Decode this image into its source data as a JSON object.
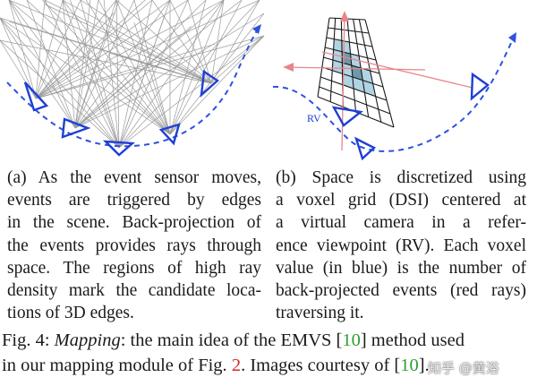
{
  "panel_b": {
    "rv_label": "RV"
  },
  "caption_a": {
    "lines": [
      "(a) As the event sensor moves,",
      "events are triggered by edges",
      "in the scene. Back-projection of",
      "the events provides rays through",
      "space. The regions of high ray",
      "density mark the candidate loca-",
      "tions of 3D edges."
    ]
  },
  "caption_b": {
    "lines": [
      "(b) Space is discretized using",
      "a voxel grid (DSI) centered at",
      "a virtual camera in a refer-",
      "ence viewpoint (RV). Each voxel",
      "value (in blue) is the number of",
      "back-projected events (red rays)",
      "traversing it."
    ]
  },
  "figure_caption": {
    "label": "Fig. 4: ",
    "title": "Mapping",
    "line1_rest": ": the main idea of the EMVS [",
    "ref1": "10",
    "line1_end": "] method used",
    "line2_start": "in our mapping module of Fig. ",
    "ref2": "2",
    "line2_mid": ". Images courtesy of [",
    "ref3": "10",
    "line2_end": "]."
  },
  "watermark": {
    "text": "知乎 @黄浴"
  },
  "colors": {
    "camera_blue": "#1f3fd6",
    "trajectory_blue": "#2c52e0",
    "ray_gray": "#9a9a9a",
    "ray_red": "#e8858a",
    "voxel_blue": "#a9cfe0",
    "voxel_dark": "#5b8fa4",
    "reference_green": "#2e9e2e",
    "reference_red": "#d42a2a"
  }
}
